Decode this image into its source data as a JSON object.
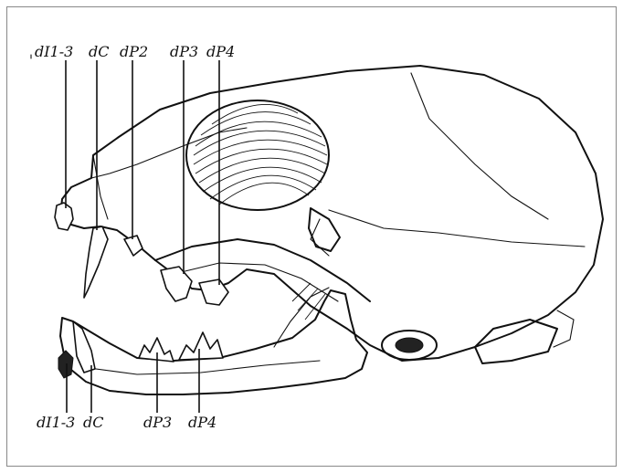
{
  "diagram": {
    "upper_labels": [
      "dI1-3",
      "dC",
      "dP2",
      "dP3",
      "dP4"
    ],
    "lower_labels": [
      "dI1-3",
      "dC",
      "dP3",
      "dP4"
    ]
  },
  "colors": {
    "line": "#111111",
    "frame": "#888888",
    "background": "#ffffff"
  }
}
